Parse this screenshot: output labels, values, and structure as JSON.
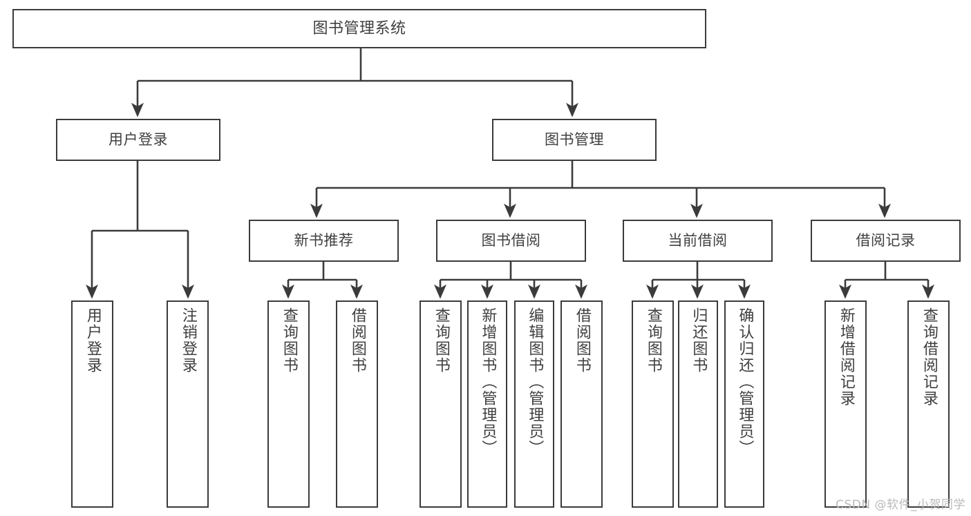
{
  "diagram": {
    "title": "图书管理系统",
    "type": "tree-hierarchy-chart",
    "orientation": "top-down",
    "colors": {
      "box_border": "#3b3b3b",
      "box_fill": "#ffffff",
      "text": "#3f3f3f",
      "edge": "#3b3b3b",
      "watermark": "#b9b9b9",
      "background": "#ffffff"
    }
  },
  "watermark": {
    "text": "CSDN @软件_小贺同学"
  },
  "nodes": {
    "root": {
      "label": "图书管理系统"
    },
    "level2": [
      {
        "id": "user-login",
        "label": "用户登录"
      },
      {
        "id": "book-manage",
        "label": "图书管理"
      }
    ],
    "level3": [
      {
        "id": "new-book-recommend",
        "label": "新书推荐"
      },
      {
        "id": "book-borrow",
        "label": "图书借阅"
      },
      {
        "id": "current-borrow",
        "label": "当前借阅"
      },
      {
        "id": "borrow-record",
        "label": "借阅记录"
      }
    ],
    "leaves": [
      {
        "id": "leaf-user-login",
        "label": "用户登录",
        "parent": "user-login"
      },
      {
        "id": "leaf-user-logout",
        "label": "注销登录",
        "parent": "user-login"
      },
      {
        "id": "leaf-query-book-1",
        "label": "查询图书",
        "parent": "new-book-recommend"
      },
      {
        "id": "leaf-borrow-book-1",
        "label": "借阅图书",
        "parent": "new-book-recommend"
      },
      {
        "id": "leaf-query-book-2",
        "label": "查询图书",
        "parent": "book-borrow"
      },
      {
        "id": "leaf-add-book",
        "label": "新增图书（管理员）",
        "parent": "book-borrow"
      },
      {
        "id": "leaf-edit-book",
        "label": "编辑图书（管理员）",
        "parent": "book-borrow"
      },
      {
        "id": "leaf-borrow-book-2",
        "label": "借阅图书",
        "parent": "book-borrow"
      },
      {
        "id": "leaf-query-book-3",
        "label": "查询图书",
        "parent": "current-borrow"
      },
      {
        "id": "leaf-return-book",
        "label": "归还图书",
        "parent": "current-borrow"
      },
      {
        "id": "leaf-confirm-return",
        "label": "确认归还（管理员）",
        "parent": "current-borrow"
      },
      {
        "id": "leaf-add-record",
        "label": "新增借阅记录",
        "parent": "borrow-record"
      },
      {
        "id": "leaf-query-record",
        "label": "查询借阅记录",
        "parent": "borrow-record"
      }
    ]
  }
}
